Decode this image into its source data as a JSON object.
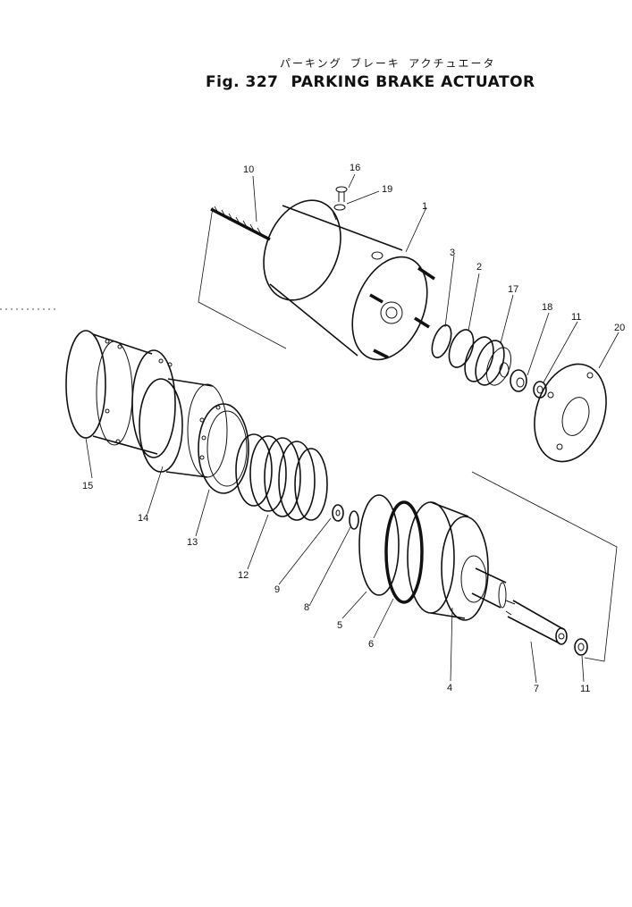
{
  "title_jp": "パーキング ブレーキ アクチュエータ",
  "fig_label": "Fig. 327",
  "title_en": "PARKING BRAKE ACTUATOR",
  "parts": {
    "p1": "1",
    "p2": "2",
    "p3": "3",
    "p4": "4",
    "p5": "5",
    "p6": "6",
    "p7": "7",
    "p8": "8",
    "p9": "9",
    "p10": "10",
    "p11a": "11",
    "p11b": "11",
    "p12": "12",
    "p13": "13",
    "p14": "14",
    "p15": "15",
    "p16": "16",
    "p17": "17",
    "p18": "18",
    "p19": "19",
    "p20": "20"
  }
}
